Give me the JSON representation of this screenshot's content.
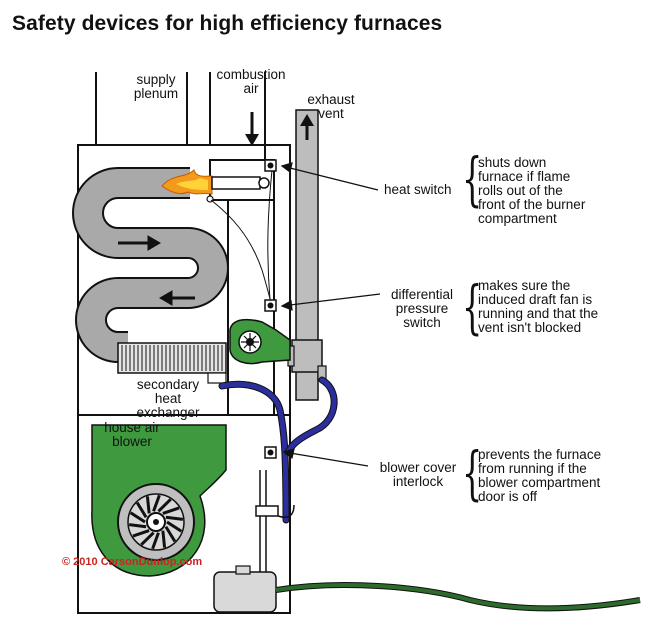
{
  "title": "Safety devices for high efficiency furnaces",
  "labels": {
    "supply_plenum": [
      "supply",
      "plenum"
    ],
    "combustion_air": [
      "combustion",
      "air"
    ],
    "exhaust_vent": [
      "exhaust",
      "vent"
    ],
    "heat_switch": "heat switch",
    "differential_pressure_switch": [
      "differential",
      "pressure",
      "switch"
    ],
    "secondary_heat_exchanger": [
      "secondary",
      "heat",
      "exchanger"
    ],
    "house_air_blower": [
      "house air",
      "blower"
    ],
    "blower_cover_interlock": [
      "blower cover",
      "interlock"
    ]
  },
  "notes": {
    "heat_switch": [
      "shuts down",
      "furnace if flame",
      "rolls out of the",
      "front of the burner",
      "compartment"
    ],
    "pressure_switch": [
      "makes sure the",
      "induced draft fan is",
      "running and that the",
      "vent isn't blocked"
    ],
    "interlock": [
      "prevents the furnace",
      "from running if the",
      "blower compartment",
      "door is off"
    ]
  },
  "copyright": "© 2010 CarsonDunlop.com",
  "colors": {
    "blower_green": "#3f9a3f",
    "exchanger_gray": "#a9a9a9",
    "hose_blue": "#2b2f9e",
    "flame_orange": "#f39a1a",
    "copyright_red": "#cc2222",
    "drain_green": "#2d6b2d"
  }
}
